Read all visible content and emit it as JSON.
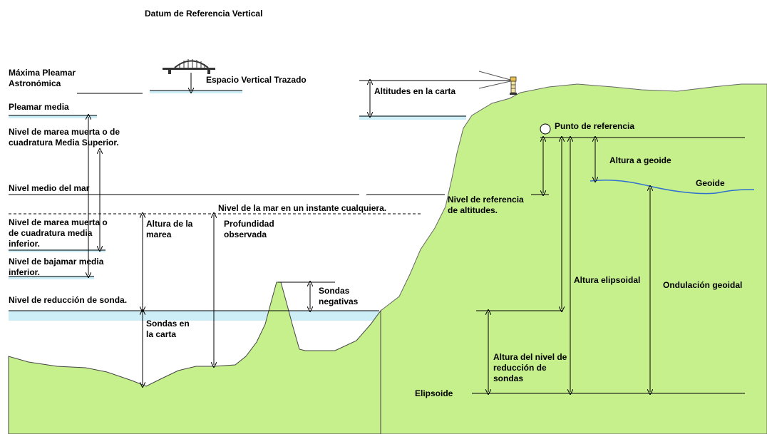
{
  "title": "Datum de Referencia Vertical",
  "labels": {
    "maxima_pleamar": "Máxima Pleamar\nAstronómica",
    "espacio_vertical": "Espacio Vertical Trazado",
    "altitudes_carta": "Altitudes en la carta",
    "pleamar_media": "Pleamar media",
    "marea_muerta_superior": "Nivel de marea muerta o de\ncuadratura Media Superior.",
    "punto_referencia": "Punto de referencia",
    "altura_geoide": "Altura a geoide",
    "geoide": "Geoide",
    "nivel_medio": "Nivel medio del mar",
    "nivel_referencia_altitudes": "Nivel de referencia\nde altitudes.",
    "nivel_instante": "Nivel de la mar en un instante cualquiera.",
    "marea_muerta_inferior": "Nivel de marea muerta o\nde cuadratura media\ninferior.",
    "altura_marea": "Altura de la\nmarea",
    "profundidad": "Profundidad\nobservada",
    "bajamar": "Nivel de bajamar media\ninferior.",
    "altura_elipsoidal": "Altura elipsoidal",
    "ondulacion": "Ondulación geoidal",
    "reduccion_sonda": "Nivel de reducción de sonda.",
    "sondas_negativas": "Sondas\nnegativas",
    "sondas_carta": "Sondas en\nla carta",
    "altura_nivel_reduccion": "Altura del nivel de\nreducción de\nsondas",
    "elipsoide": "Elipsoide"
  },
  "colors": {
    "land": "#c6f08c",
    "water_band": "#cdeef6",
    "line": "#000000"
  }
}
